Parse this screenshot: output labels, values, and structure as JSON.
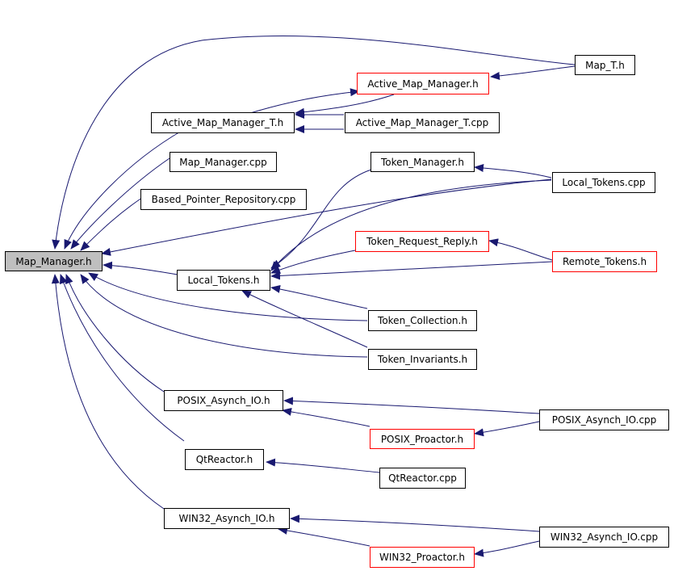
{
  "nodes": {
    "map_manager_h": "Map_Manager.h",
    "map_t_h": "Map_T.h",
    "active_map_manager_h": "Active_Map_Manager.h",
    "active_map_manager_t_h": "Active_Map_Manager_T.h",
    "active_map_manager_t_cpp": "Active_Map_Manager_T.cpp",
    "map_manager_cpp": "Map_Manager.cpp",
    "based_pointer_repository_cpp": "Based_Pointer_Repository.cpp",
    "token_manager_h": "Token_Manager.h",
    "local_tokens_cpp": "Local_Tokens.cpp",
    "token_request_reply_h": "Token_Request_Reply.h",
    "remote_tokens_h": "Remote_Tokens.h",
    "local_tokens_h": "Local_Tokens.h",
    "token_collection_h": "Token_Collection.h",
    "token_invariants_h": "Token_Invariants.h",
    "posix_asynch_io_h": "POSIX_Asynch_IO.h",
    "posix_asynch_io_cpp": "POSIX_Asynch_IO.cpp",
    "posix_proactor_h": "POSIX_Proactor.h",
    "qtreactor_h": "QtReactor.h",
    "qtreactor_cpp": "QtReactor.cpp",
    "win32_asynch_io_h": "WIN32_Asynch_IO.h",
    "win32_asynch_io_cpp": "WIN32_Asynch_IO.cpp",
    "win32_proactor_h": "WIN32_Proactor.h"
  },
  "colors": {
    "edge": "#191970",
    "red_border": "#ff0000",
    "root_fill": "#bfbfbf"
  }
}
